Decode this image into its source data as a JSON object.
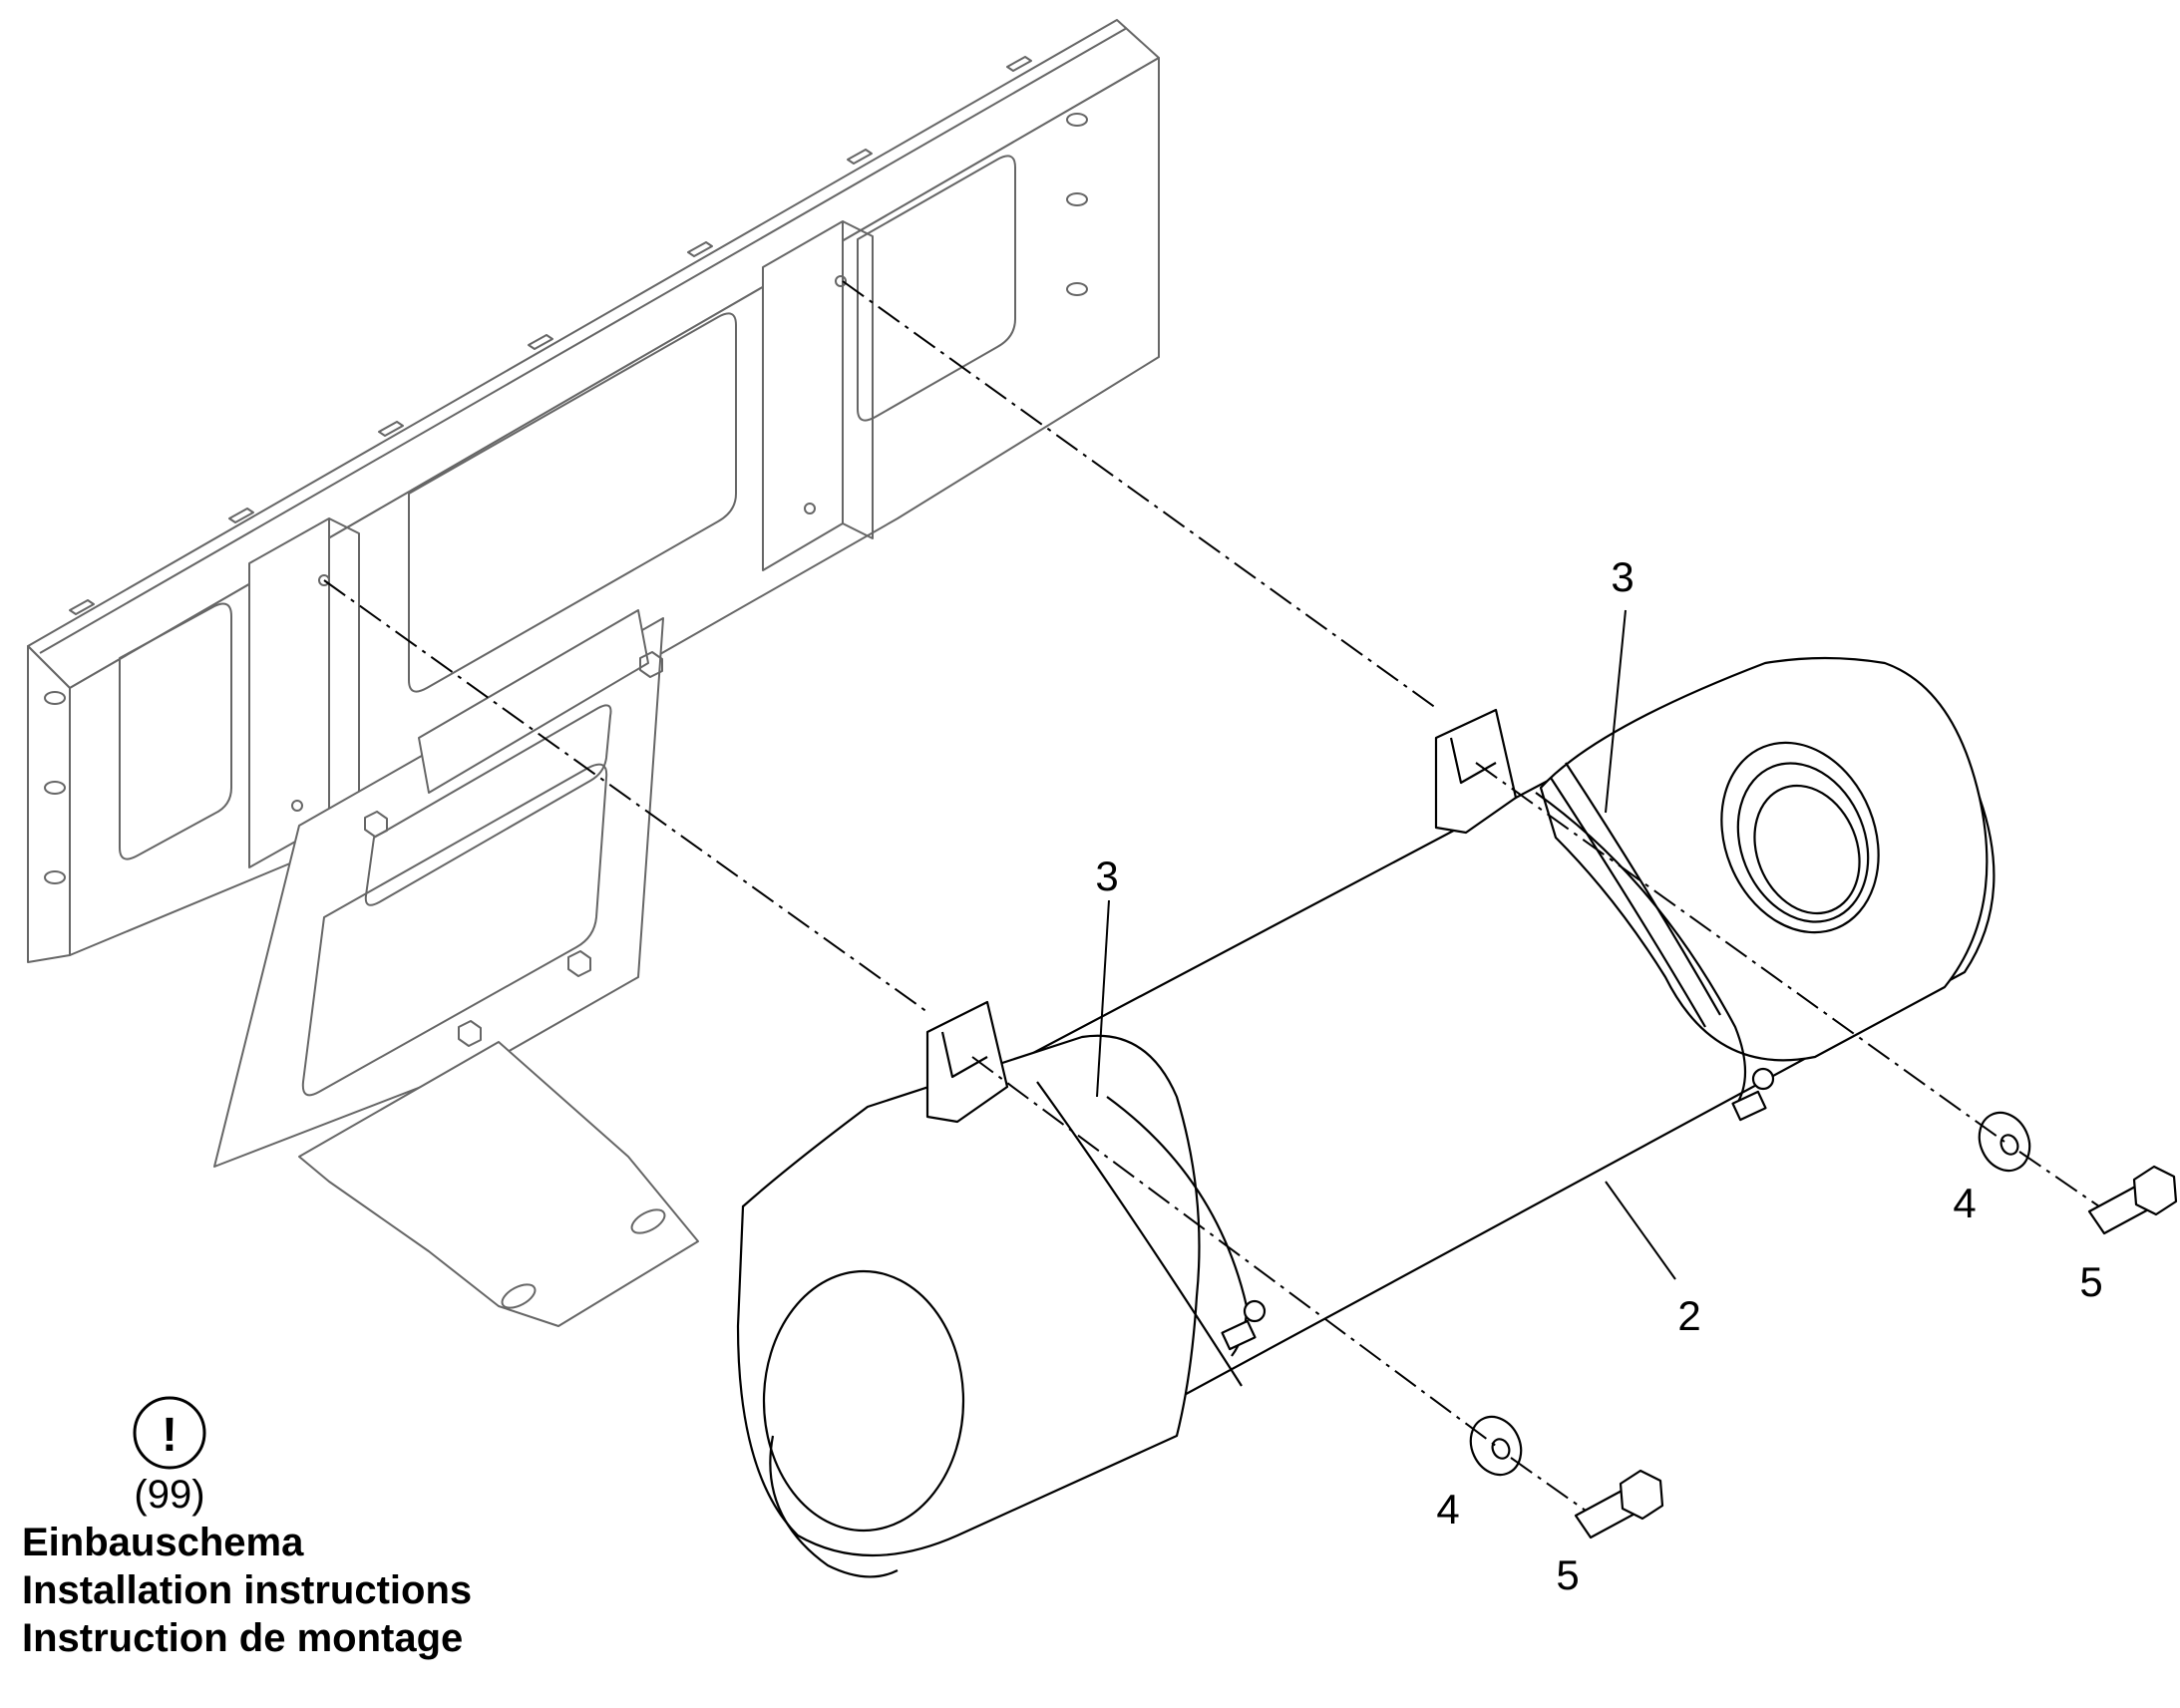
{
  "callouts": {
    "clamp_right": "3",
    "clamp_left": "3",
    "filter_body": "2",
    "washer_right": "4",
    "washer_bottom": "4",
    "bolt_right": "5",
    "bolt_bottom": "5"
  },
  "note": {
    "icon": "exclamation-circle-icon",
    "symbol": "!",
    "reference": "(99)",
    "line1": "Einbauschema",
    "line2": "Installation instructions",
    "line3": "Instruction de montage"
  }
}
